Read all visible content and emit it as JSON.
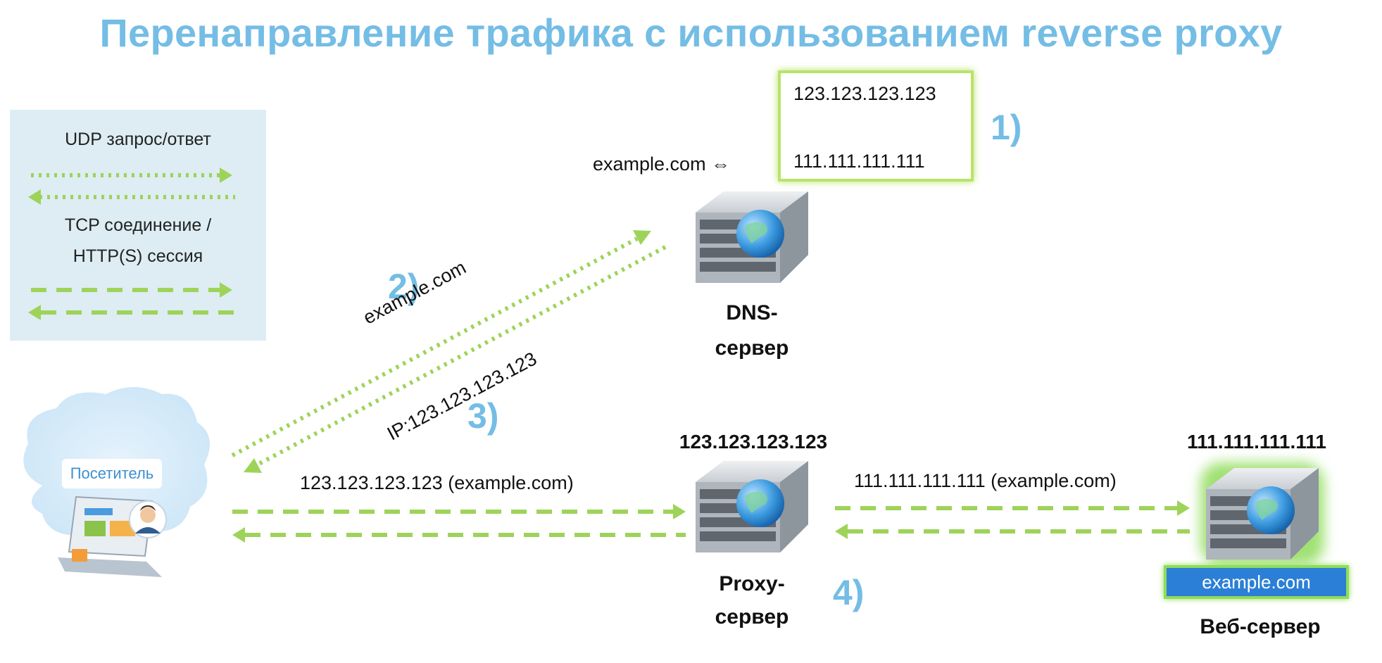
{
  "title": "Перенаправление трафика с использованием reverse proxy",
  "legend": {
    "udp_label": "UDP запрос/ответ",
    "tcp_label_line1": "TCP соединение /",
    "tcp_label_line2": "HTTP(S) сессия"
  },
  "dns_record": {
    "domain": "example.com ⇔",
    "ip_top": "123.123.123.123",
    "ip_bottom": "111.111.111.111"
  },
  "steps": {
    "s1": "1)",
    "s2": "2)",
    "s3": "3)",
    "s4": "4)"
  },
  "arrows": {
    "query": "example.com",
    "answer": "IP:123.123.123.123",
    "to_proxy": "123.123.123.123 (example.com)",
    "to_web": "111.111.111.111 (example.com)"
  },
  "nodes": {
    "visitor_badge": "Посетитель",
    "dns_caption_1": "DNS-",
    "dns_caption_2": "сервер",
    "proxy_ip": "123.123.123.123",
    "proxy_caption_1": "Proxy-",
    "proxy_caption_2": "сервер",
    "web_ip": "111.111.111.111",
    "web_site": "example.com",
    "web_caption": "Веб-сервер"
  },
  "colors": {
    "title": "#74bde5",
    "arrow": "#9ed35a",
    "legend_bg": "#ddedf3",
    "accent_glow": "#8fdc5a"
  }
}
